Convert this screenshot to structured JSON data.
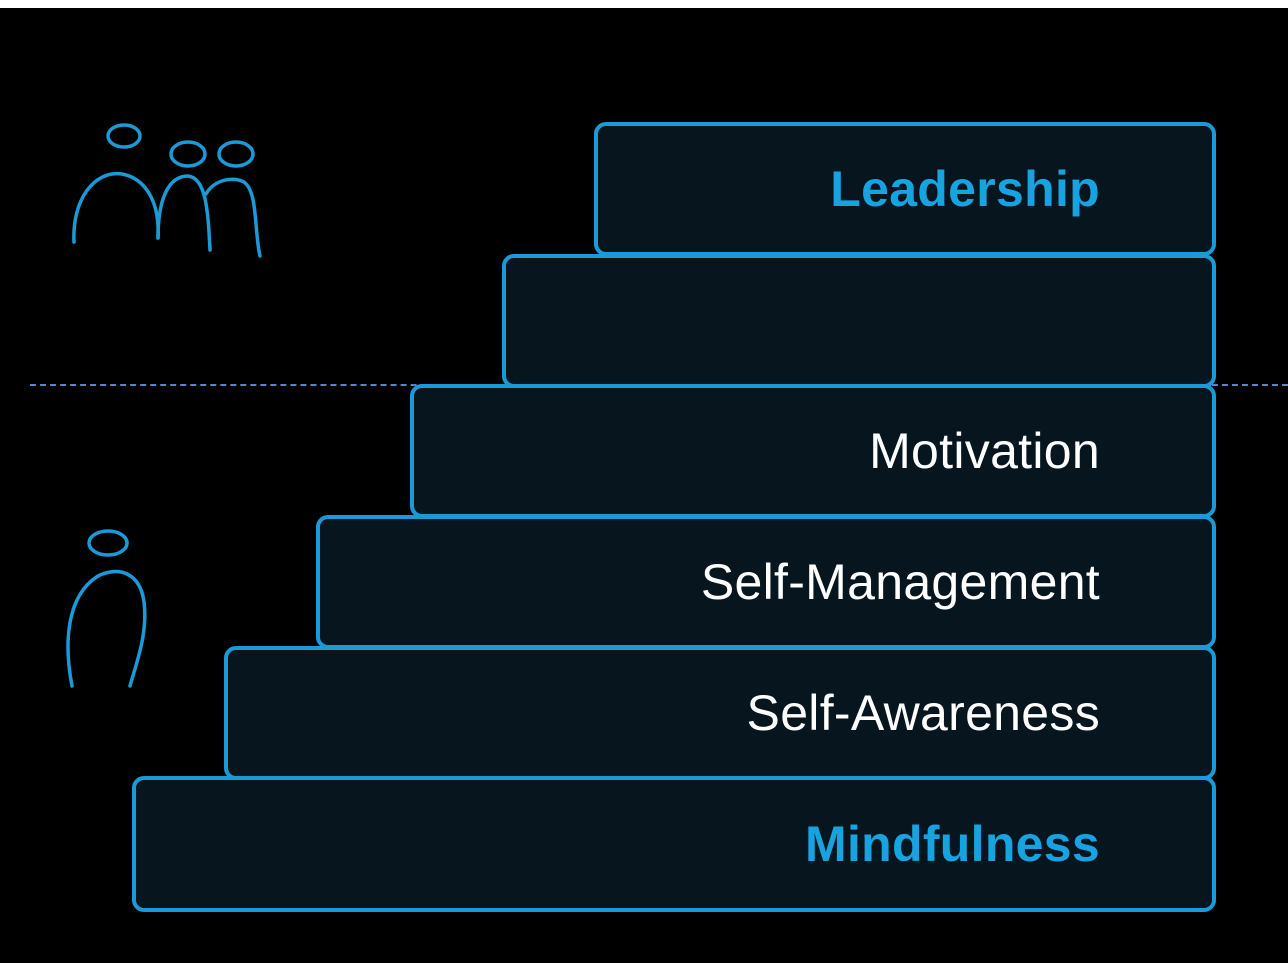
{
  "colors": {
    "background": "#000000",
    "step_fill": "#06151e",
    "step_border": "#1a9ad6",
    "accent_text": "#17a3e0",
    "plain_text": "#ffffff",
    "divider": "#5a86c8"
  },
  "icons": {
    "group": "people-group-icon",
    "individual": "person-icon"
  },
  "steps": [
    {
      "label": "Leadership",
      "emphasis": true
    },
    {
      "label": "",
      "emphasis": false
    },
    {
      "label": "Motivation",
      "emphasis": false
    },
    {
      "label": "Self-Management",
      "emphasis": false
    },
    {
      "label": "Self-Awareness",
      "emphasis": false
    },
    {
      "label": "Mindfulness",
      "emphasis": true
    }
  ]
}
